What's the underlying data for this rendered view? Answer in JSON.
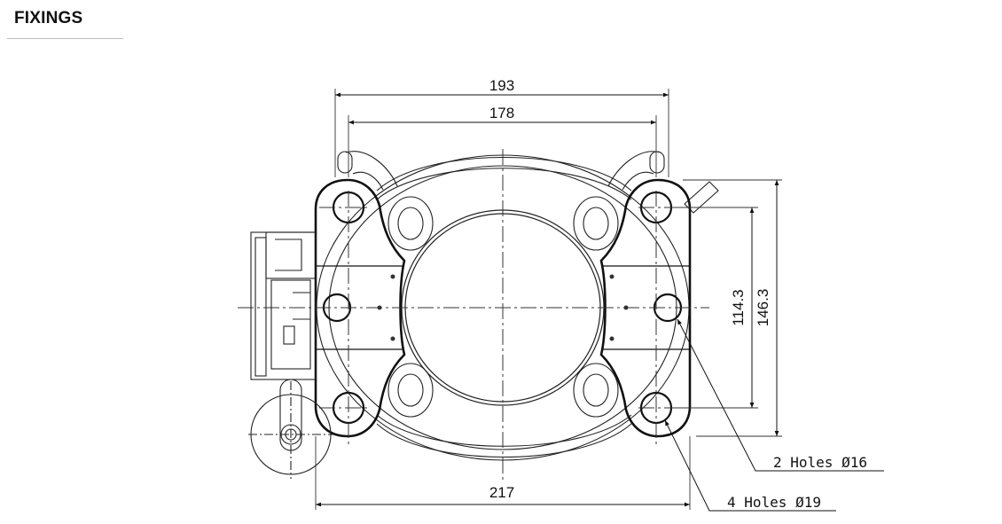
{
  "header": {
    "title": "FIXINGS"
  },
  "dimensions": {
    "overall_top": "193",
    "inner_top": "178",
    "bottom_width": "217",
    "right_inner": "114.3",
    "right_outer": "146.3"
  },
  "callouts": {
    "holes_small": "2 Holes Ø16",
    "holes_large": "4 Holes Ø19"
  }
}
